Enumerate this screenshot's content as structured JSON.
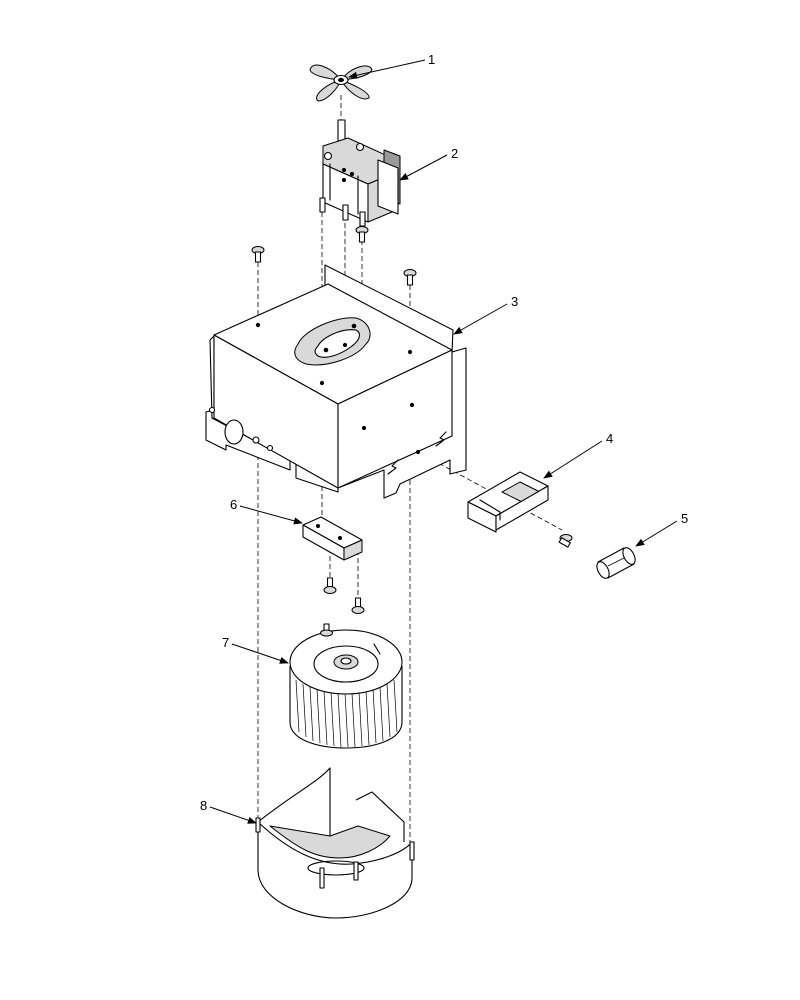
{
  "callouts": [
    {
      "number": "1",
      "part": "fan-blade"
    },
    {
      "number": "2",
      "part": "motor"
    },
    {
      "number": "3",
      "part": "motor-housing"
    },
    {
      "number": "4",
      "part": "fuse-holder-bracket"
    },
    {
      "number": "5",
      "part": "fuse"
    },
    {
      "number": "6",
      "part": "terminal-block"
    },
    {
      "number": "7",
      "part": "blower-wheel"
    },
    {
      "number": "8",
      "part": "blower-scroll"
    }
  ],
  "colors": {
    "line": "#000000",
    "shade": "#d9d9d9",
    "dark": "#9a9a9a",
    "background": "#ffffff"
  }
}
